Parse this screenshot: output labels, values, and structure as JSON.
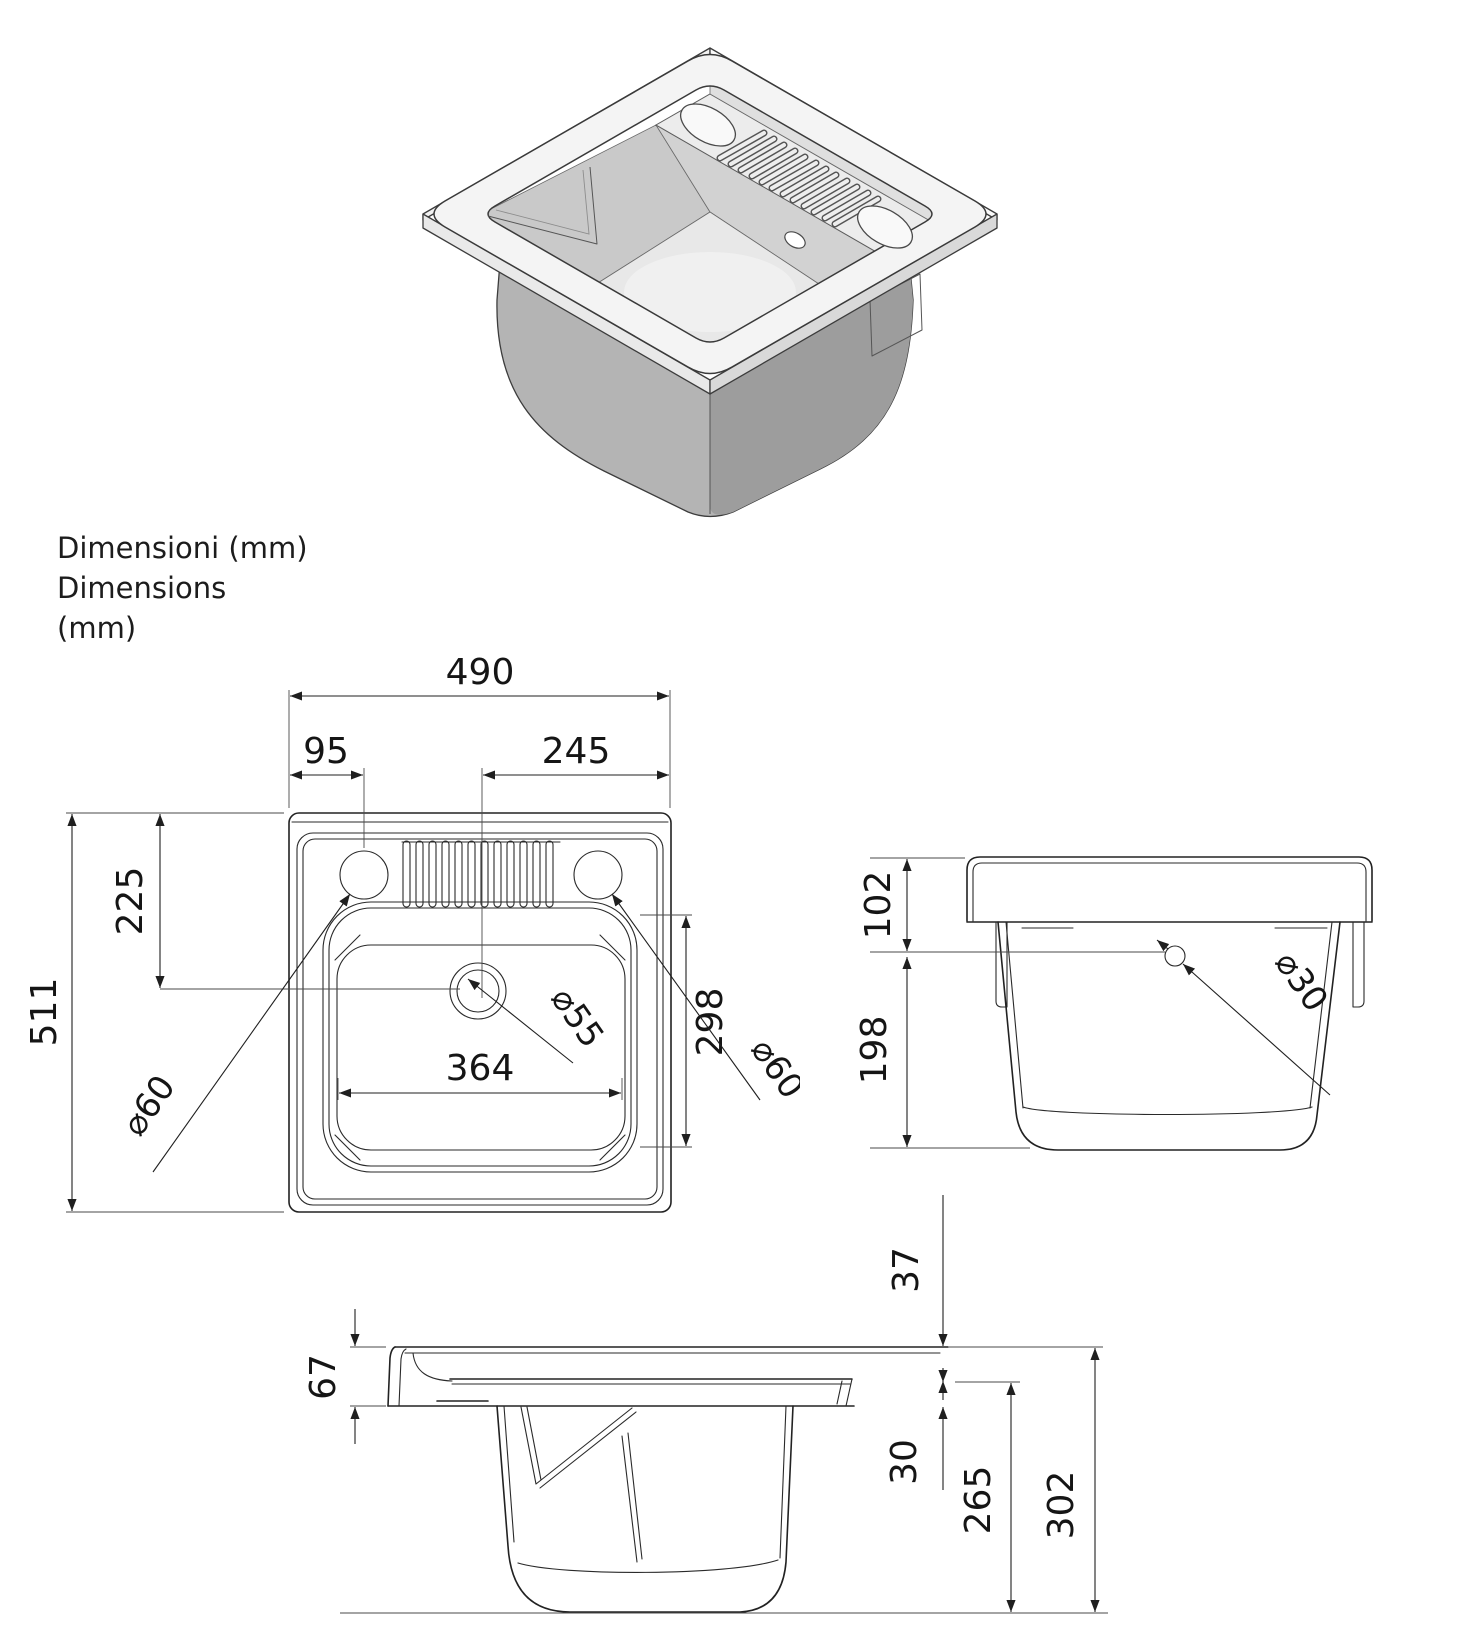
{
  "title": {
    "line1": "Dimensioni (mm)",
    "line2": "Dimensions",
    "line3": "(mm)"
  },
  "dims": {
    "top": {
      "overall_width": "490",
      "hole_offset_x": "95",
      "drain_offset_x": "245",
      "hole_offset_y": "225",
      "overall_depth": "511",
      "basin_length": "298",
      "basin_width": "364",
      "tap_hole_left_dia": "⌀60",
      "drain_dia": "⌀55",
      "tap_hole_right_dia": "⌀60"
    },
    "side": {
      "rim_height": "102",
      "body_height": "198",
      "overflow_dia": "⌀30"
    },
    "front": {
      "rim_edge_height": "67",
      "top_thickness": "37",
      "skirt_height": "30",
      "tub_height": "265",
      "total_height": "302"
    }
  },
  "colors": {
    "line": "#1f1f1f",
    "render_light": "#f4f4f4",
    "render_mid": "#bdbdbd",
    "render_dark": "#9a9a9a"
  }
}
